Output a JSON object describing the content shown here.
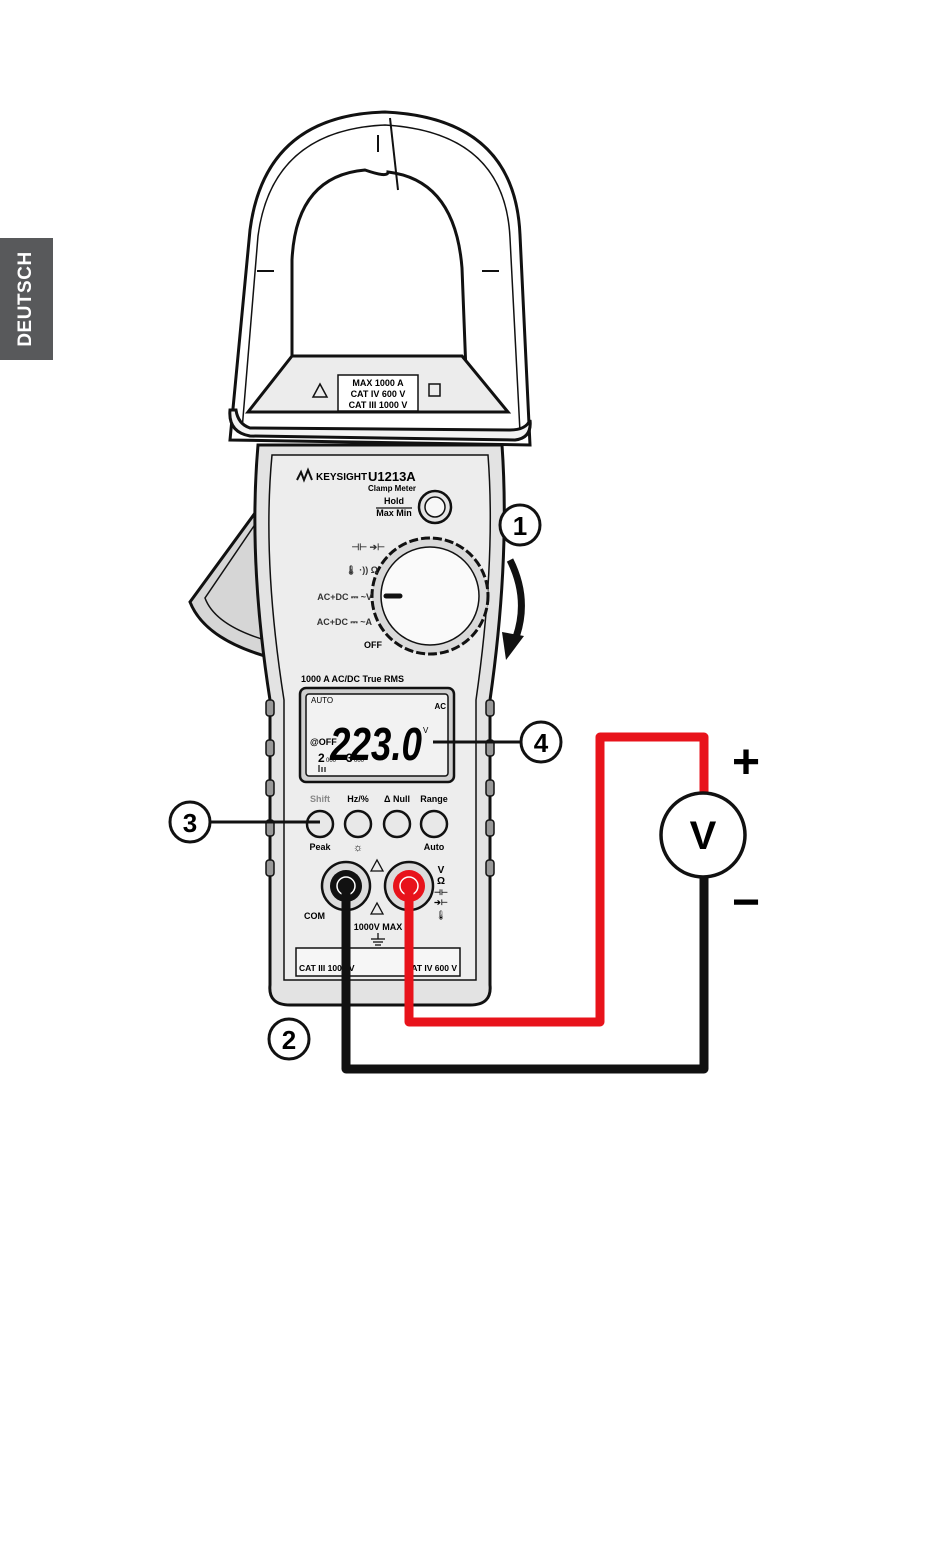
{
  "side_tab": {
    "label": "DEUTSCH"
  },
  "meter": {
    "brand": "KEYSIGHT",
    "model": "U1213A",
    "model_sub": "Clamp Meter",
    "rating": [
      "MAX 1000 A",
      "CAT IV 600 V",
      "CAT III 1000 V"
    ],
    "hold_label": "Hold",
    "maxmin_label": "Max Min",
    "dial_labels": {
      "cap_diode": "⊣⊢ ➔⊢",
      "temp_ohm": "🌡 ·)) Ω",
      "volt": "AC+DC ⎓ ~V",
      "amp": "AC+DC ⎓ ~A",
      "off": "OFF"
    },
    "spec_banner": "1000 A AC/DC True RMS",
    "display": {
      "auto": "AUTO",
      "ac": "AC",
      "reading": "223.0",
      "unit": "V",
      "apo": "@OFF",
      "sub_left": "2",
      "sub_left_small": "000",
      "sub_mid": "3",
      "sub_mid_small": "000"
    },
    "buttons": [
      {
        "top": "Shift",
        "bottom": "Peak"
      },
      {
        "top": "Hz/%",
        "bottom": "☼"
      },
      {
        "top": "Δ Null",
        "bottom": ""
      },
      {
        "top": "Range",
        "bottom": "Auto"
      }
    ],
    "com_label": "COM",
    "max_label": "1000V MAX",
    "input_symbols": [
      "V",
      "Ω",
      "⊣⊢",
      "➔⊢",
      "🌡"
    ],
    "cat_left": "CAT III 1000 V",
    "cat_right": "CAT IV 600 V"
  },
  "voltmeter": {
    "symbol": "V",
    "plus": "+",
    "minus": "−"
  },
  "callouts": [
    "1",
    "2",
    "3",
    "4"
  ],
  "colors": {
    "red_lead": "#e8131b",
    "black_lead": "#111111",
    "tab_bg": "#58595b"
  }
}
